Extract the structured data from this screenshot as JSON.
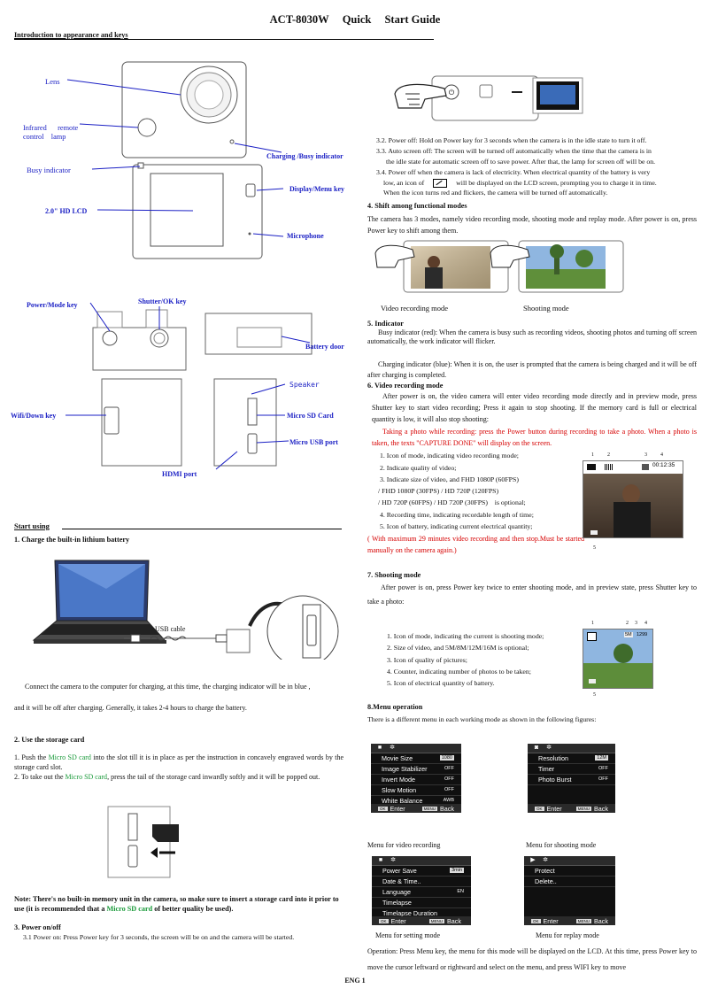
{
  "header": {
    "model": "ACT-8030W",
    "quick": "Quick",
    "guide": "Start Guide"
  },
  "intro_heading": "Introduction to appearance and keys",
  "labels": {
    "lens": "Lens",
    "infrared": "Infrared      remote",
    "infrared2": "control    lamp",
    "charging": "Charging /Busy indicator",
    "busy": "Busy indicator",
    "display": "Display/Menu key",
    "lcd": "2.0\" HD LCD",
    "microphone": "Microphone",
    "power_mode": "Power/Mode key",
    "shutter": "Shutter/OK key",
    "battery_door": "Battery door",
    "speaker": "Speaker",
    "wifi": "Wifi/Down key",
    "micro_sd": "Micro SD Card",
    "micro_usb": "Micro USB port",
    "hdmi": "HDMI port",
    "usb_cable": "USB cable"
  },
  "start_using": "Start using",
  "s1": {
    "heading": "1. Charge the built-in lithium battery",
    "p1": "Connect the camera to the computer for charging, at this time, the charging indicator will be in blue ,",
    "p2": "and it will be off after charging. Generally, it takes 2-4 hours to charge the battery."
  },
  "s2": {
    "heading": "2. Use the storage card",
    "l1a": "1. Push the ",
    "l1b": "Micro SD card",
    "l1c": " into the slot till it is in place as per the instruction in concavely engraved words by the storage card slot.",
    "l2a": "2. To take out the ",
    "l2b": "Micro SD card",
    "l2c": ", press the tail of the storage card inwardly softly and it will be popped out."
  },
  "note": {
    "a": "Note: There's no built-in memory unit in the camera, so make sure to insert a storage card into it prior to use (it is recommended that a ",
    "b": "Micro SD card",
    "c": " of better quality be used)."
  },
  "s3": {
    "heading": "3. Power on/off",
    "l1": "3.1 Power on: Press Power key for 3 seconds, the screen will be on and the camera will be started.",
    "l2": "3.2. Power off: Hold on Power key for 3 seconds when the camera is in the idle state to turn it off.",
    "l3": "3.3. Auto screen off:    The screen will be turned off automatically when the time that the camera is in",
    "l3b": "the idle state for automatic screen off to save power. After that, the lamp for screen off will be on.",
    "l4": "3.4. Power off when the camera is lack of electricity. When electrical quantity of the battery is very",
    "l4b": "low, an icon of",
    "l4c": "will be displayed on the LCD screen, prompting you to charge it in time.",
    "l4d": "When the icon turns red and flickers, the camera will be turned off automatically."
  },
  "s4": {
    "heading": "4. Shift among functional modes",
    "p": "The camera has 3 modes, namely video recording mode, shooting mode and replay mode. After power is on, press Power key to shift among them.",
    "cap1": "Video recording mode",
    "cap2": "Shooting mode"
  },
  "s5": {
    "heading": "5. Indicator",
    "p1": "Busy indicator (red): When the camera is busy such as recording videos, shooting photos and turning off screen automatically, the work indicator will flicker.",
    "p2": "Charging indicator (blue): When it is on, the user is prompted that the camera is being charged and it will be off after charging is completed."
  },
  "s6": {
    "heading": "6. Video recording mode",
    "p1": "After power is on, the video camera will enter video recording mode directly and in preview mode, press Shutter key to start video recording; Press it again to stop shooting. If the memory card is full or electrical quantity is low, it will also stop shooting:",
    "red1": "Taking a photo while recording: press the Power button during recording to take a photo. When a photo is taken, the texts \"CAPTURE DONE\" will display on the screen.",
    "i1": "1. Icon of mode, indicating video recording mode;",
    "i2": "2. Indicate quality of video;",
    "i3": "3. Indicate size of video, and FHD 1080P (60FPS)",
    "i3b": "/ FHD 1080P (30FPS) / HD 720P (120FPS)",
    "i3c": "/ HD 720P (60FPS) / HD 720P (30FPS)    is optional;",
    "i4": "4. Recording time, indicating recordable length of time;",
    "i5": "5. Icon of battery, indicating current electrical quantity;",
    "red2": "( With maximum 29 minutes video recording and then stop.Must be started manually on the camera again.)",
    "n1": "1",
    "n2": "2",
    "n3": "3",
    "n4": "4",
    "n5": "5",
    "time": "00:12:35"
  },
  "s7": {
    "heading": "7. Shooting mode",
    "p": "After power is on, press Power key twice to enter shooting mode, and in preview state, press Shutter key to take a photo:",
    "i1": "1. Icon of mode, indicating the current is shooting mode;",
    "i2": "2. Size of video, and 5M/8M/12M/16M is optional;",
    "i3": "3. Icon of quality of pictures;",
    "i4": "4. Counter, indicating number of photos to be taken;",
    "i5": "5. Icon of electrical quantity of battery.",
    "n1": "1",
    "n2": "2",
    "n3": "3",
    "n4": "4",
    "n5": "5",
    "size": "5M",
    "count": "1299"
  },
  "s8": {
    "heading": "8.Menu operation",
    "p": "There is a different menu in each working mode as shown in the following figures:",
    "video_menu": [
      {
        "label": "Movie Size",
        "value": "1080"
      },
      {
        "label": "Image Stabilizer",
        "value": "OFF"
      },
      {
        "label": "Invert Mode",
        "value": "OFF"
      },
      {
        "label": "Slow Motion",
        "value": "OFF"
      },
      {
        "label": "White Balance",
        "value": "AWB"
      }
    ],
    "shoot_menu": [
      {
        "label": "Resolution",
        "value": "12M"
      },
      {
        "label": "Timer",
        "value": "OFF"
      },
      {
        "label": "Photo Burst",
        "value": "OFF"
      }
    ],
    "setting_menu": [
      {
        "label": "Power Save",
        "value": "3min"
      },
      {
        "label": "Date & Time..",
        "value": ""
      },
      {
        "label": "Language",
        "value": "EN"
      },
      {
        "label": "Timelapse",
        "value": ""
      },
      {
        "label": "Timelapse Duration",
        "value": ""
      }
    ],
    "replay_menu": [
      {
        "label": "Protect",
        "value": ""
      },
      {
        "label": "Delete..",
        "value": ""
      }
    ],
    "ok": "OK",
    "enter": "Enter",
    "menu_key": "MENU",
    "back": "Back",
    "cap_video": "Menu for video recording",
    "cap_shoot": "Menu for shooting mode",
    "cap_setting": "Menu for setting mode",
    "cap_replay": "Menu for replay mode",
    "op": "Operation: Press Menu key, the menu for this mode will be displayed on the LCD. At this time, press Power key to move the cursor leftward or rightward and select on the menu, and press WIFI key to move"
  },
  "footer": "ENG 1",
  "colors": {
    "label_blue": "#1a1fc4",
    "warn_red": "#d60000",
    "sd_green": "#1a9a3a"
  }
}
